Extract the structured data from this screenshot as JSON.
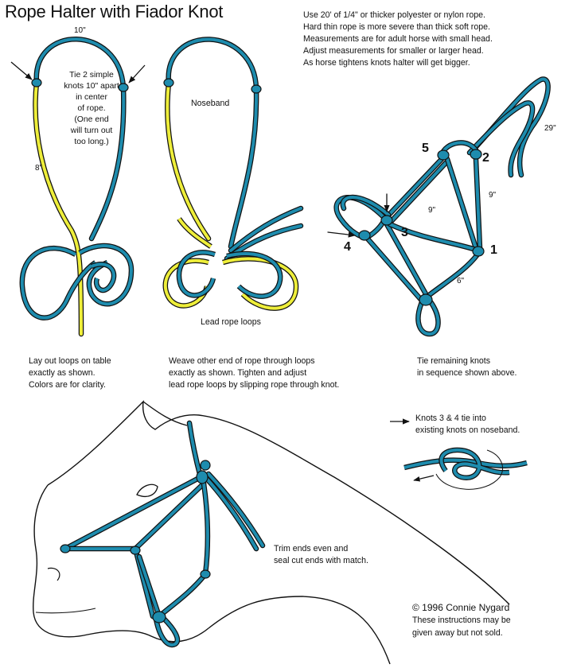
{
  "title": "Rope Halter with Fiador Knot",
  "intro_lines": [
    "Use 20' of 1/4\" or thicker polyester or nylon rope.",
    "Hard thin rope is more severe than thick soft rope.",
    "Measurements are for adult horse with small head.",
    "Adjust measurements for smaller or larger head.",
    "As horse tightens knots halter will get bigger."
  ],
  "panel1": {
    "measure_top": "10\"",
    "measure_side": "8\"",
    "note_lines": [
      "Tie 2 simple",
      "knots 10\" apart",
      "in center",
      "of rope.",
      "(One end",
      "will turn out",
      "too long.)"
    ],
    "caption_lines": [
      "Lay out loops on table",
      "exactly as shown.",
      "Colors are for clarity."
    ]
  },
  "panel2": {
    "noseband_label": "Noseband",
    "lead_label": "Lead rope loops",
    "caption_lines": [
      "Weave other end of rope through loops",
      "exactly as shown. Tighten and adjust",
      "lead rope loops by slipping rope through knot."
    ]
  },
  "panel3": {
    "knot_numbers": [
      "5",
      "2",
      "3",
      "4",
      "1"
    ],
    "measure_29": "29\"",
    "measure_9a": "9\"",
    "measure_9b": "9\"",
    "measure_6": "6\"",
    "caption_lines": [
      "Tie remaining knots",
      "in sequence shown above."
    ]
  },
  "panel4": {
    "note_lines": [
      "Knots 3 & 4 tie into",
      "existing knots on noseband."
    ]
  },
  "panel5": {
    "caption_lines": [
      "Trim ends even and",
      "seal cut ends with match."
    ]
  },
  "footer": {
    "copyright": "© 1996 Connie Nygard",
    "notice_lines": [
      "These instructions may be",
      "given away but not sold."
    ]
  },
  "colors": {
    "rope_blue": "#1e8cae",
    "rope_blue_dark": "#0d4a5c",
    "rope_yellow": "#eeee3a",
    "rope_yellow_dark": "#8a8a10",
    "outline": "#111111"
  }
}
